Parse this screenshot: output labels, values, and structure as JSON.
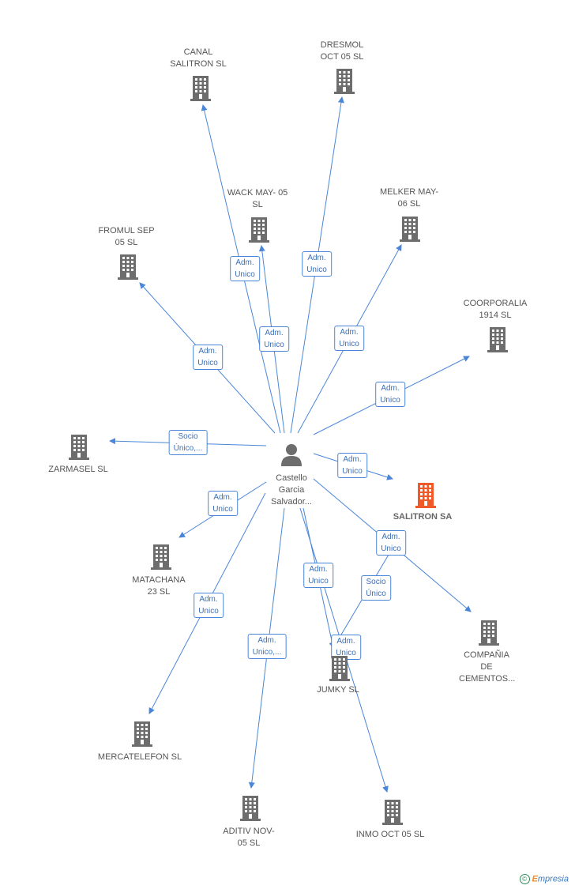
{
  "center": {
    "name": "Castello Garcia Salvador..."
  },
  "focus_company": {
    "name": "SALITRON SA"
  },
  "companies": [
    {
      "id": "canal",
      "name": "CANAL SALITRON SL"
    },
    {
      "id": "dresmol",
      "name": "DRESMOL OCT 05 SL"
    },
    {
      "id": "wack",
      "name": "WACK MAY- 05 SL"
    },
    {
      "id": "melker",
      "name": "MELKER MAY- 06 SL"
    },
    {
      "id": "fromul",
      "name": "FROMUL SEP 05 SL"
    },
    {
      "id": "coorporalia",
      "name": "COORPORALIA 1914 SL"
    },
    {
      "id": "zarmasel",
      "name": "ZARMASEL SL"
    },
    {
      "id": "matachana",
      "name": "MATACHANA 23 SL"
    },
    {
      "id": "compania",
      "name": "COMPAÑIA DE CEMENTOS..."
    },
    {
      "id": "jumky",
      "name": "JUMKY SL"
    },
    {
      "id": "mercatelefon",
      "name": "MERCATELEFON SL"
    },
    {
      "id": "aditiv",
      "name": "ADITIV NOV- 05 SL"
    },
    {
      "id": "inmo",
      "name": "INMO OCT 05 SL"
    }
  ],
  "relations": [
    {
      "target": "canal",
      "label": "Adm. Unico"
    },
    {
      "target": "wack",
      "label": "Adm. Unico"
    },
    {
      "target": "dresmol",
      "label": "Adm. Unico"
    },
    {
      "target": "melker",
      "label": "Adm. Unico"
    },
    {
      "target": "fromul",
      "label": "Adm. Unico"
    },
    {
      "target": "coorporalia",
      "label": "Adm. Unico"
    },
    {
      "target": "zarmasel",
      "label": "Socio Único,..."
    },
    {
      "target": "focus",
      "label": "Adm. Unico"
    },
    {
      "target": "matachana",
      "label": "Adm. Unico"
    },
    {
      "target": "compania",
      "label": "Adm. Unico"
    },
    {
      "target": "jumky",
      "label": "Adm. Unico"
    },
    {
      "target": "mercatelefon",
      "label": "Adm. Unico"
    },
    {
      "target": "aditiv",
      "label": "Adm. Unico,..."
    },
    {
      "target": "inmo",
      "label": "Adm. Unico"
    },
    {
      "source": "focus",
      "target": "jumky",
      "label": "Socio Único"
    }
  ],
  "colors": {
    "edge": "#4a86d8",
    "building": "#6d6d6d",
    "focus_building": "#f05a28"
  },
  "footer": {
    "copyright": "©",
    "brand_initial": "E",
    "brand_rest": "mpresia"
  }
}
